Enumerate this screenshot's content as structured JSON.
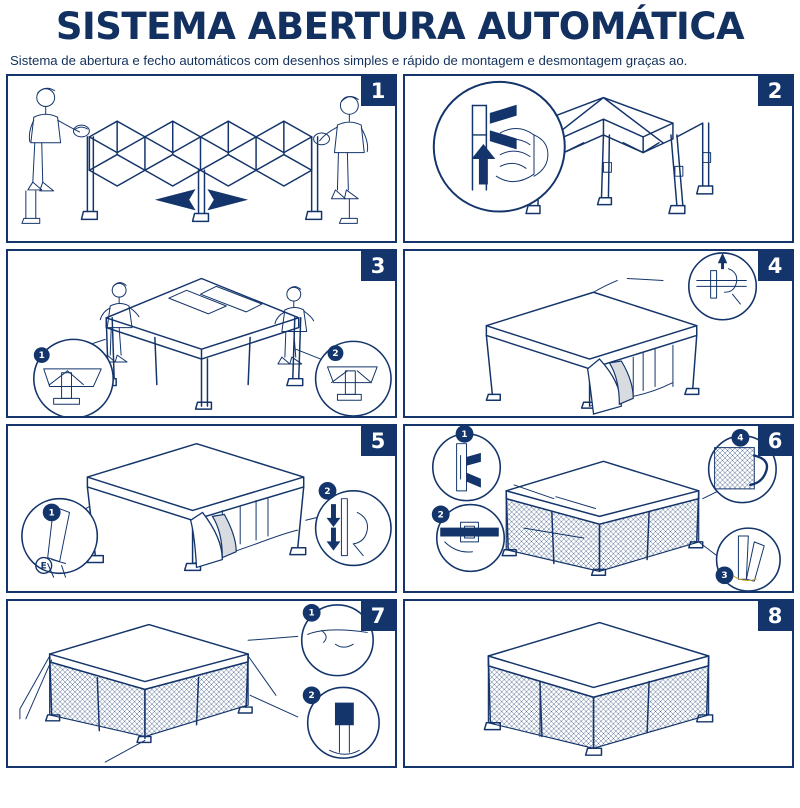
{
  "header": {
    "title": "SISTEMA ABERTURA AUTOMÁTICA",
    "subtitle": "Sistema de abertura e fecho automáticos com desenhos simples e rápido de montagem e desmontagem graças ao."
  },
  "colors": {
    "navy": "#14356b",
    "title_navy": "#123060",
    "white": "#ffffff",
    "grey_fill": "#d8dbe0"
  },
  "panels": [
    {
      "number": "1",
      "name": "panel-open-frame",
      "callouts": []
    },
    {
      "number": "2",
      "name": "panel-extend-legs",
      "callouts": [
        "detail-leg-button"
      ]
    },
    {
      "number": "3",
      "name": "panel-place-canopy",
      "callouts": [
        "1",
        "2"
      ]
    },
    {
      "number": "4",
      "name": "panel-peak-clip",
      "callouts": [
        "detail-peak-pin"
      ]
    },
    {
      "number": "5",
      "name": "panel-side-wall",
      "callouts": [
        "1",
        "2",
        "E"
      ]
    },
    {
      "number": "6",
      "name": "panel-mesh-walls",
      "callouts": [
        "1",
        "2",
        "3",
        "4"
      ]
    },
    {
      "number": "7",
      "name": "panel-guy-ropes",
      "callouts": [
        "1",
        "2"
      ]
    },
    {
      "number": "8",
      "name": "panel-finished-gazebo",
      "callouts": []
    }
  ]
}
